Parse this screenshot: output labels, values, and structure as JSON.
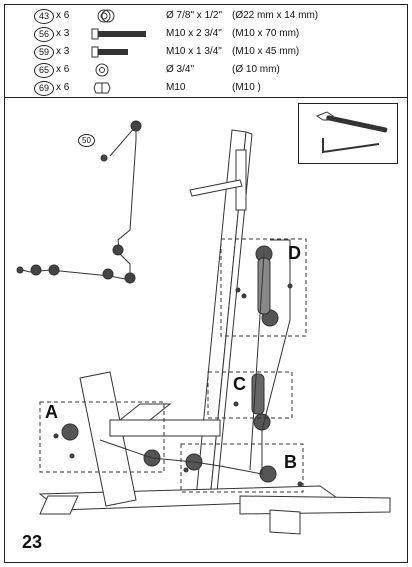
{
  "parts": [
    {
      "number": "43",
      "qty": "x 6",
      "icon": "bushing-icon",
      "spec": "Ø 7/8\" x 1/2\"",
      "metric": "(Ø22 mm x 14 mm)"
    },
    {
      "number": "56",
      "qty": "x 3",
      "icon": "bolt-long-icon",
      "spec": "M10 x 2 3/4\"",
      "metric": "(M10 x 70 mm)"
    },
    {
      "number": "59",
      "qty": "x 3",
      "icon": "bolt-short-icon",
      "spec": "M10 x 1 3/4\"",
      "metric": "(M10 x 45 mm)"
    },
    {
      "number": "65",
      "qty": "x 6",
      "icon": "washer-icon",
      "spec": "Ø 3/4\"",
      "metric": "(Ø 10  mm)"
    },
    {
      "number": "69",
      "qty": "x 6",
      "icon": "nut-icon",
      "spec": "M10",
      "metric": "(M10 )"
    }
  ],
  "callout": "50",
  "steps": {
    "a": "A",
    "b": "B",
    "c": "C",
    "d": "D"
  },
  "tools": [
    "wrench-icon",
    "hex-key-icon"
  ],
  "page_number": "23"
}
